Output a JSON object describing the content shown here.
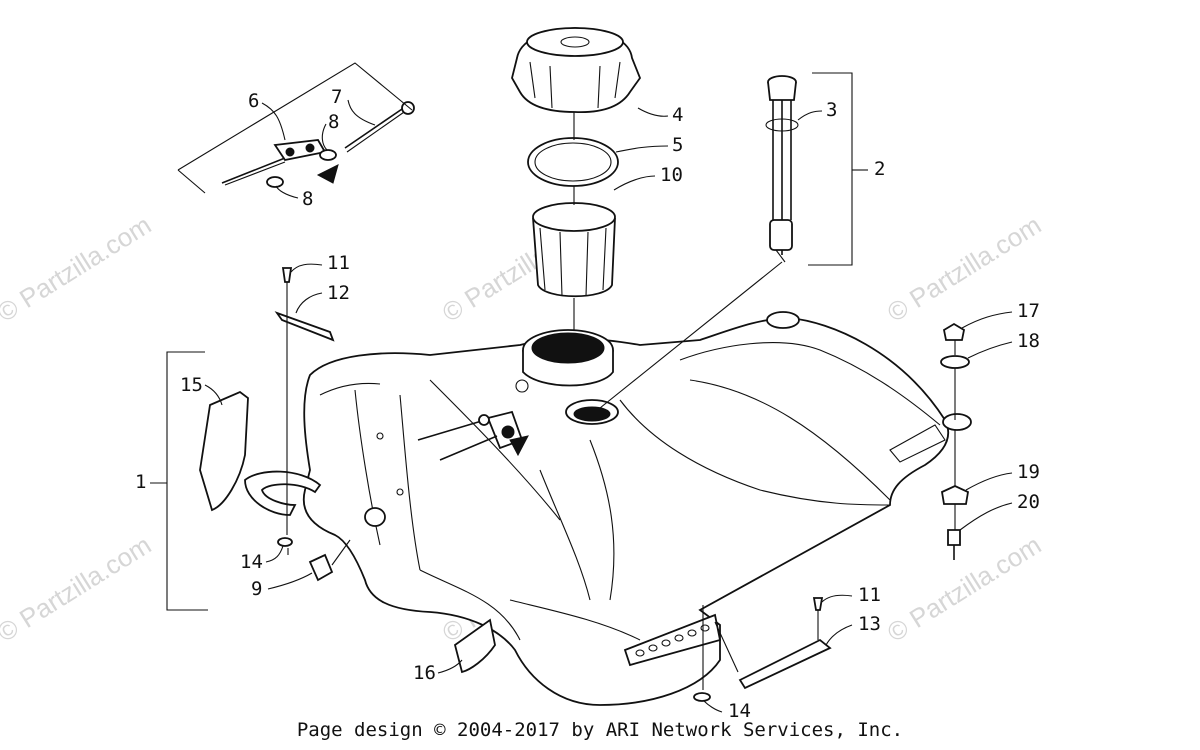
{
  "diagram": {
    "watermark_text": "© Partzilla.com",
    "footer": "Page design © 2004-2017 by ARI Network Services, Inc.",
    "callouts": [
      {
        "id": "c1",
        "label": "1"
      },
      {
        "id": "c2",
        "label": "2"
      },
      {
        "id": "c3",
        "label": "3"
      },
      {
        "id": "c4",
        "label": "4"
      },
      {
        "id": "c5",
        "label": "5"
      },
      {
        "id": "c6",
        "label": "6"
      },
      {
        "id": "c7",
        "label": "7"
      },
      {
        "id": "c8a",
        "label": "8"
      },
      {
        "id": "c8b",
        "label": "8"
      },
      {
        "id": "c9",
        "label": "9"
      },
      {
        "id": "c10",
        "label": "10"
      },
      {
        "id": "c11a",
        "label": "11"
      },
      {
        "id": "c11b",
        "label": "11"
      },
      {
        "id": "c12",
        "label": "12"
      },
      {
        "id": "c13",
        "label": "13"
      },
      {
        "id": "c14a",
        "label": "14"
      },
      {
        "id": "c14b",
        "label": "14"
      },
      {
        "id": "c15",
        "label": "15"
      },
      {
        "id": "c16",
        "label": "16"
      },
      {
        "id": "c17",
        "label": "17"
      },
      {
        "id": "c18",
        "label": "18"
      },
      {
        "id": "c19",
        "label": "19"
      },
      {
        "id": "c20",
        "label": "20"
      }
    ]
  }
}
